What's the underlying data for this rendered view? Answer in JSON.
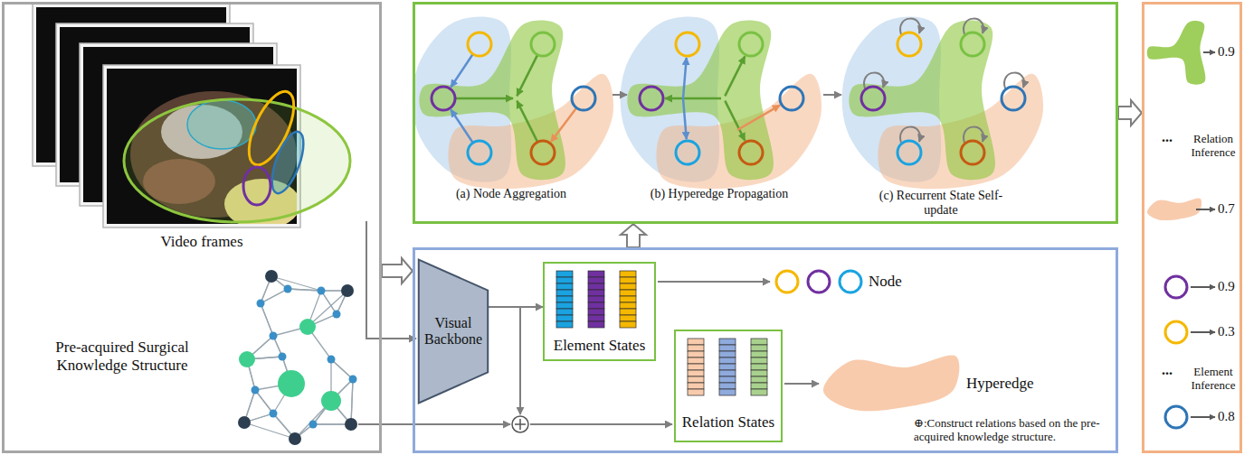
{
  "diagram": {
    "nodes": [
      {
        "text": [
          "Video frames",
          "Pre-acquired Surgical Knowledge Structure"
        ]
      },
      {
        "text": [
          "(a) Node Aggregation",
          "(b) Hyperedge Propagation",
          "(c) Recurrent State Self-update"
        ]
      },
      {
        "text": [
          "Node",
          "Hyperedge",
          "⊕:Construct relations based on the pre-acquired knowledge structure."
        ]
      },
      {
        "text": [
          "Visual Backbone"
        ],
        "in": 2
      },
      {
        "text": [
          "Element States"
        ],
        "in": 2
      },
      {
        "text": [
          "Relation States"
        ],
        "in": 2
      },
      {
        "text": [
          "0.9",
          "...",
          "Relation Inference",
          "0.7",
          "0.9",
          "0.3",
          "...",
          "Element Inference",
          "0.8"
        ]
      }
    ],
    "edges": [
      {
        "from": 0,
        "to": 2,
        "arrow": "to"
      },
      {
        "from": 3,
        "to": 4,
        "arrow": "to"
      },
      {
        "from": 2,
        "to": 1,
        "arrow": "to"
      },
      {
        "from": 1,
        "to": 6,
        "arrow": "to"
      }
    ]
  }
}
